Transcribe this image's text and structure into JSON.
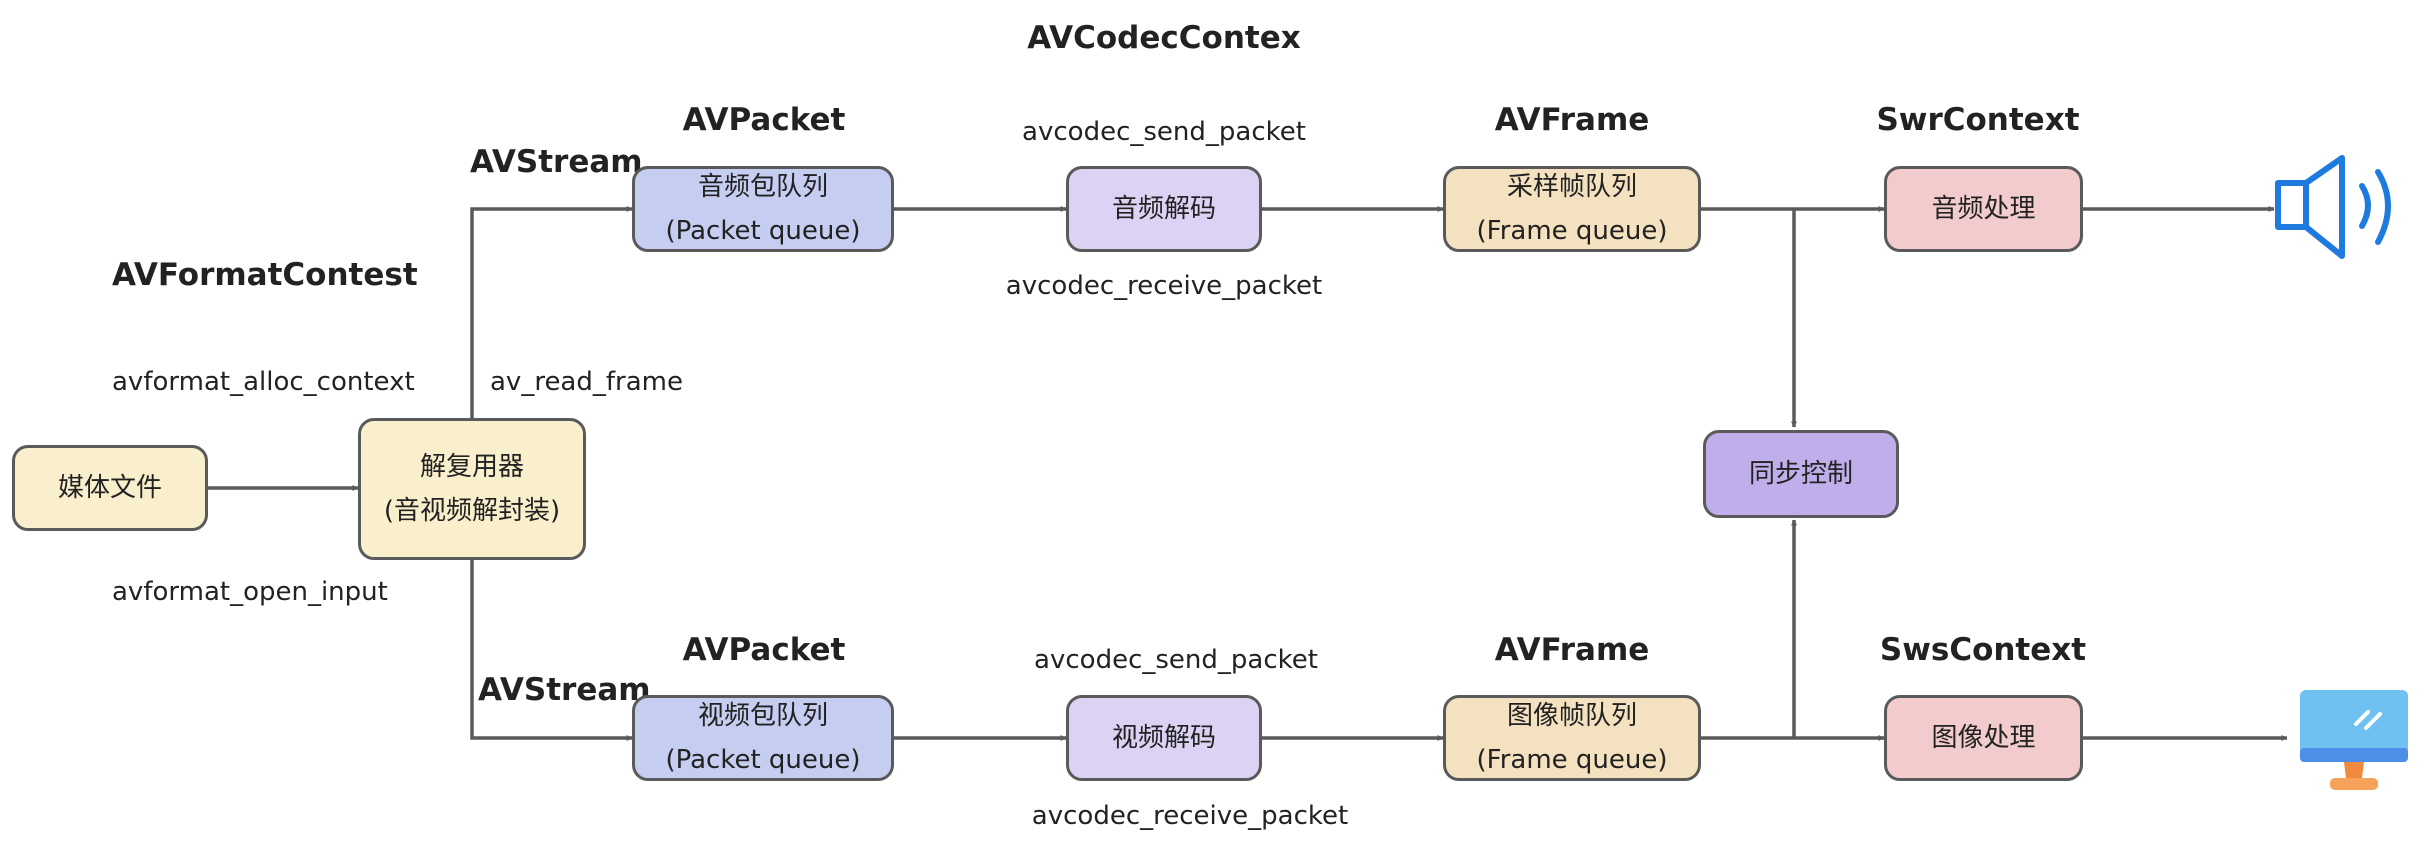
{
  "header": {
    "codec_context": "AVCodecContex"
  },
  "nodes": {
    "media_file": "媒体文件",
    "demuxer": {
      "line1": "解复用器",
      "line2": "(音视频解封装)"
    },
    "audio_packet_queue": {
      "line1": "音频包队列",
      "line2": "(Packet queue)"
    },
    "video_packet_queue": {
      "line1": "视频包队列",
      "line2": "(Packet queue)"
    },
    "audio_decode": "音频解码",
    "video_decode": "视频解码",
    "sample_frame_queue": {
      "line1": "采样帧队列",
      "line2": "(Frame queue)"
    },
    "image_frame_queue": {
      "line1": "图像帧队列",
      "line2": "(Frame queue)"
    },
    "audio_process": "音频处理",
    "image_process": "图像处理",
    "sync_control": "同步控制"
  },
  "labels": {
    "avformat_context": "AVFormatContest",
    "avformat_alloc_context": "avformat_alloc_context",
    "avformat_open_input": "avformat_open_input",
    "av_read_frame": "av_read_frame",
    "avstream_top": "AVStream",
    "avstream_bottom": "AVStream",
    "avpacket_top": "AVPacket",
    "avpacket_bottom": "AVPacket",
    "send_packet_top": "avcodec_send_packet",
    "receive_packet_top": "avcodec_receive_packet",
    "send_packet_bottom": "avcodec_send_packet",
    "receive_packet_bottom": "avcodec_receive_packet",
    "avframe_top": "AVFrame",
    "avframe_bottom": "AVFrame",
    "swr_context": "SwrContext",
    "sws_context": "SwsContext"
  },
  "icons": {
    "speaker": "speaker-icon",
    "monitor": "monitor-icon"
  },
  "colors": {
    "yellow": "#faefcc",
    "blue": "#c5cdf1",
    "lavender": "#dcd2f3",
    "tan": "#f3e1bf",
    "pink": "#f2cccc",
    "purple": "#bfaeea",
    "edge": "#5a5a5a",
    "speaker": "#1f7ae0"
  }
}
